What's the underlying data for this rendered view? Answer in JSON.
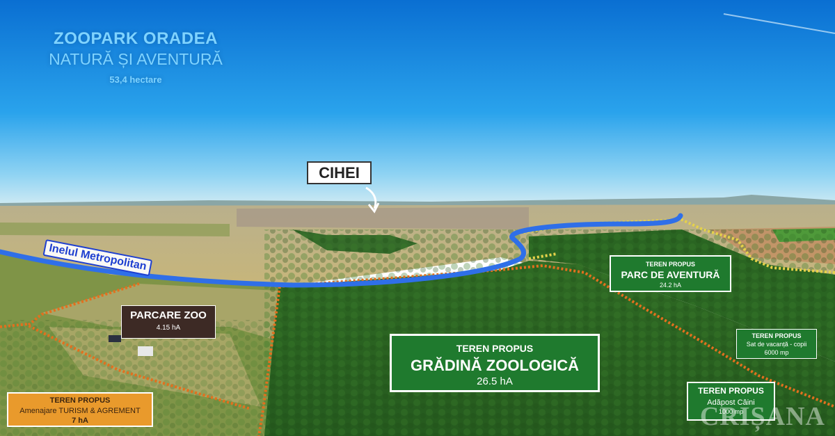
{
  "title": {
    "line1": "ZOOPARK ORADEA",
    "line2": "NATURĂ ȘI AVENTURĂ",
    "area": "53,4 hectare"
  },
  "place_label": "CIHEI",
  "road_label": "Inelul Metropolitan",
  "zones": {
    "parcare": {
      "name": "PARCARE ZOO",
      "area": "4.15 hA"
    },
    "gradina": {
      "kicker": "TEREN PROPUS",
      "name": "GRĂDINĂ ZOOLOGICĂ",
      "area": "26.5 hA"
    },
    "aventura": {
      "kicker": "TEREN PROPUS",
      "name": "PARC DE AVENTURĂ",
      "area": "24.2 hA"
    },
    "sat": {
      "kicker": "TEREN PROPUS",
      "name": "Sat de vacanță - copii",
      "area": "6000 mp"
    },
    "adapost": {
      "kicker": "TEREN PROPUS",
      "name": "Adăpost Câini",
      "area": "1000 mp"
    },
    "turism": {
      "kicker": "TEREN PROPUS",
      "name": "Amenajare TURISM & AGREMENT",
      "area": "7 hA"
    }
  },
  "watermark": "CRIȘANA",
  "colors": {
    "sky_top": "#0a77d8",
    "sky_bottom": "#bfe6f6",
    "forest": "#2e6b26",
    "field": "#cdb879",
    "road": "#2f6fe8",
    "boundary_orange": "#e2701e",
    "boundary_yellow": "#e6d24a",
    "label_green": "#1f7a2e",
    "label_brown": "#3d2a25",
    "label_orange": "#e99a2c"
  }
}
